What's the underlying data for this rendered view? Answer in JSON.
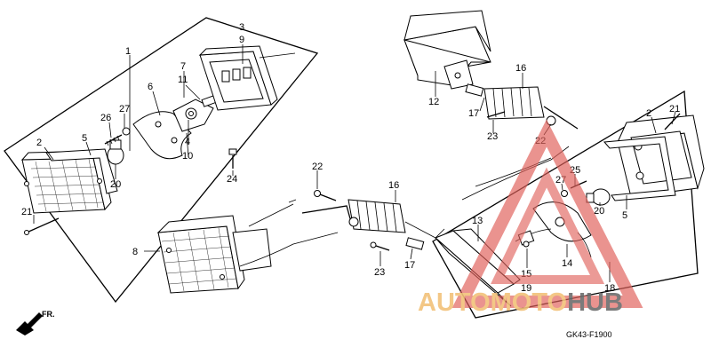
{
  "diagram": {
    "part_code": "GK43-F1900",
    "direction_label": "FR.",
    "watermark": {
      "text_part1": "AUTO",
      "text_part2": "MOTO",
      "text_part3": "HUB",
      "color_gold": "#f2c27a",
      "color_gray": "#6d6d6d",
      "color_red": "#e0605a"
    },
    "callouts": [
      {
        "id": "c1",
        "label": "1"
      },
      {
        "id": "c3",
        "label": "3"
      },
      {
        "id": "c9",
        "label": "9"
      },
      {
        "id": "c7",
        "label": "7"
      },
      {
        "id": "c11",
        "label": "11"
      },
      {
        "id": "c6",
        "label": "6"
      },
      {
        "id": "c27a",
        "label": "27"
      },
      {
        "id": "c26",
        "label": "26"
      },
      {
        "id": "c2a",
        "label": "2"
      },
      {
        "id": "c5a",
        "label": "5"
      },
      {
        "id": "c4",
        "label": "4"
      },
      {
        "id": "c10",
        "label": "10"
      },
      {
        "id": "c20a",
        "label": "20"
      },
      {
        "id": "c21a",
        "label": "21"
      },
      {
        "id": "c24",
        "label": "24"
      },
      {
        "id": "c12",
        "label": "12"
      },
      {
        "id": "c16a",
        "label": "16"
      },
      {
        "id": "c17a",
        "label": "17"
      },
      {
        "id": "c23a",
        "label": "23"
      },
      {
        "id": "c22a",
        "label": "22"
      },
      {
        "id": "c2b",
        "label": "2"
      },
      {
        "id": "c21b",
        "label": "21"
      },
      {
        "id": "c22b",
        "label": "22"
      },
      {
        "id": "c16b",
        "label": "16"
      },
      {
        "id": "c8",
        "label": "8"
      },
      {
        "id": "c13",
        "label": "13"
      },
      {
        "id": "c25",
        "label": "25"
      },
      {
        "id": "c27b",
        "label": "27"
      },
      {
        "id": "c20b",
        "label": "20"
      },
      {
        "id": "c5b",
        "label": "5"
      },
      {
        "id": "c14",
        "label": "14"
      },
      {
        "id": "c15",
        "label": "15"
      },
      {
        "id": "c19",
        "label": "19"
      },
      {
        "id": "c18",
        "label": "18"
      },
      {
        "id": "c23b",
        "label": "23"
      },
      {
        "id": "c17b",
        "label": "17"
      }
    ]
  }
}
